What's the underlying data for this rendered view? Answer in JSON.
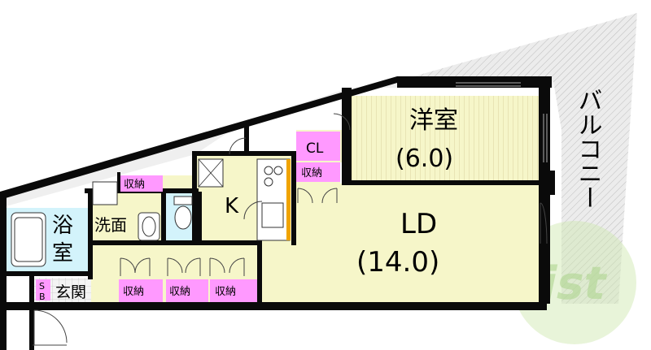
{
  "rooms": {
    "western_name": "洋室",
    "western_size": "(6.0)",
    "ld_name": "LD",
    "ld_size": "(14.0)",
    "kitchen": "K",
    "bath_1": "浴",
    "bath_2": "室",
    "washroom": "洗面",
    "entrance": "玄関",
    "balcony": "バルコニー",
    "cl": "CL",
    "sb_1": "S",
    "sb_2": "B"
  },
  "storage": {
    "label": "収納"
  },
  "watermark": {
    "text": "Assist"
  },
  "colors": {
    "wall": "#0a0a0a",
    "room_fill": "#f6f6c9",
    "wet_fill": "#d3f3fb",
    "storage_tag": "#ff99ff",
    "balcony_fill": "#e8e8e8",
    "watermark": "#cfe7b3",
    "counter": "#f0a400"
  }
}
